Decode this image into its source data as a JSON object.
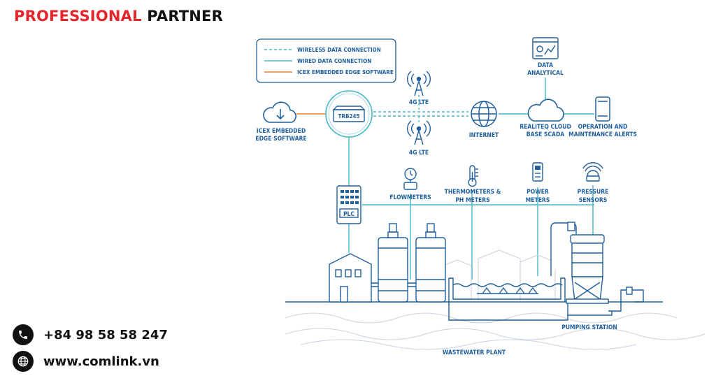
{
  "header": {
    "word1": "PROFESSIONAL",
    "word2": "PARTNER"
  },
  "contact": {
    "phone": "+84 98 58 58 247",
    "website": "www.comlink.vn"
  },
  "legend": {
    "wireless": "WIRELESS DATA CONNECTION",
    "wired": "WIRED DATA CONNECTION",
    "icex": "ICEX EMBEDDED EDGE SOFTWARE"
  },
  "nodes": {
    "icex_l1": "ICEX EMBEDDED",
    "icex_l2": "EDGE SOFTWARE",
    "router": "TRB245",
    "lte_top": "4G LTE",
    "lte_bottom": "4G LTE",
    "internet": "INTERNET",
    "data_l1": "DATA",
    "data_l2": "ANALYTICAL",
    "cloud_l1": "REALITEQ CLOUD",
    "cloud_l2": "BASE SCADA",
    "alerts_l1": "OPERATION AND",
    "alerts_l2": "MAINTENANCE ALERTS",
    "plc": "PLC",
    "flow": "FLOWMETERS",
    "thermo_l1": "THERMOMETERS &",
    "thermo_l2": "PH METERS",
    "power_l1": "POWER",
    "power_l2": "METERS",
    "pressure_l1": "PRESSURE",
    "pressure_l2": "SENSORS",
    "pumping": "PUMPING STATION",
    "plant": "WASTEWATER PLANT"
  },
  "colors": {
    "navy": "#1f5f9e",
    "teal": "#45b6c6",
    "orange": "#e8833a",
    "red": "#e3262b"
  }
}
